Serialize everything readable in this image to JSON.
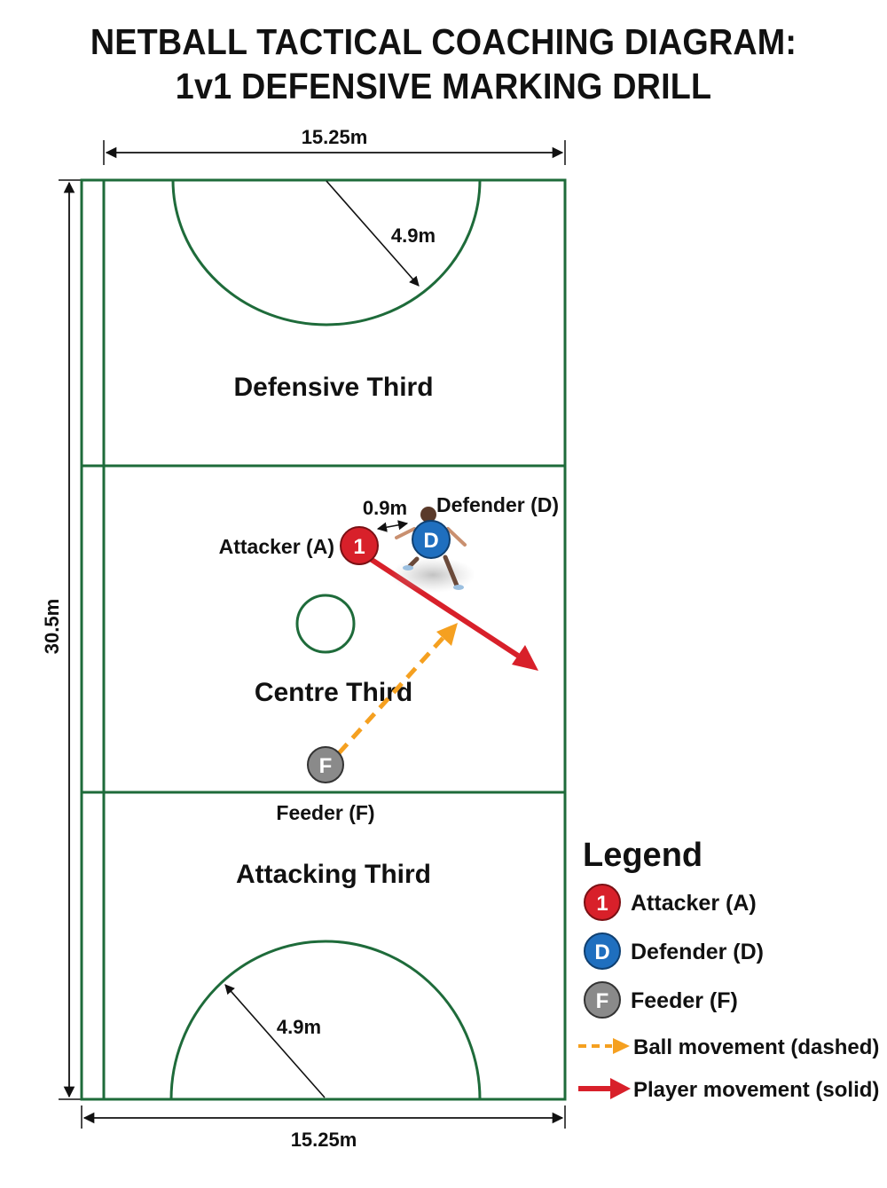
{
  "title": {
    "line1": "NETBALL TACTICAL COACHING DIAGRAM:",
    "line2": "1v1 DEFENSIVE MARKING DRILL"
  },
  "dimensions": {
    "width_top": "15.25m",
    "width_bottom": "15.25m",
    "length": "30.5m",
    "circle_radius_top": "4.9m",
    "circle_radius_bottom": "4.9m",
    "marking_distance": "0.9m"
  },
  "zones": {
    "defensive": "Defensive Third",
    "centre": "Centre Third",
    "attacking": "Attacking Third"
  },
  "players": {
    "attacker": {
      "label": "Attacker (A)",
      "marker": "1",
      "color": "#d8202a"
    },
    "defender": {
      "label": "Defender (D)",
      "marker": "D",
      "color": "#1f6fbf"
    },
    "feeder": {
      "label": "Feeder (F)",
      "marker": "F",
      "color": "#8a8a8a"
    }
  },
  "legend": {
    "title": "Legend",
    "items": [
      {
        "marker": "1",
        "label": "Attacker (A)",
        "color": "#d8202a"
      },
      {
        "marker": "D",
        "label": "Defender (D)",
        "color": "#1f6fbf"
      },
      {
        "marker": "F",
        "label": "Feeder (F)",
        "color": "#8a8a8a"
      },
      {
        "label": "Ball movement (dashed)",
        "color": "#f5a020",
        "icon": "dashed-arrow-icon"
      },
      {
        "label": "Player movement (solid)",
        "color": "#d8202a",
        "icon": "solid-arrow-icon"
      }
    ]
  },
  "colors": {
    "court_line": "#1e6b3a",
    "ball_movement": "#f5a020",
    "player_movement": "#d8202a"
  }
}
